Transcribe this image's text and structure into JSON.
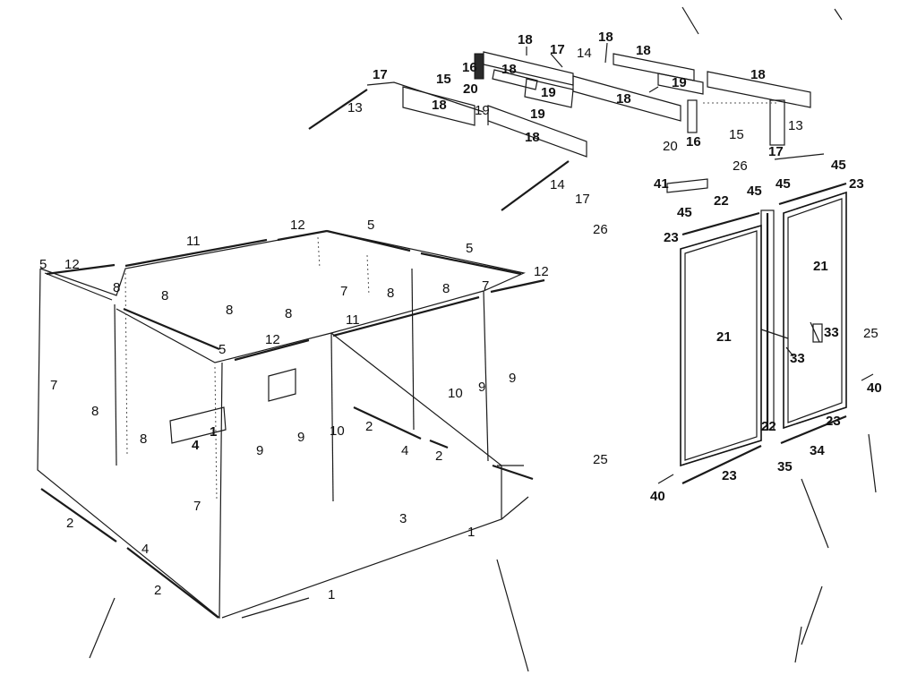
{
  "diagram": {
    "part_labels": [
      {
        "id": "p18a",
        "text": "18"
      },
      {
        "id": "p17a",
        "text": "17"
      },
      {
        "id": "p14a",
        "text": "14"
      },
      {
        "id": "p18b",
        "text": "18"
      },
      {
        "id": "p18c",
        "text": "18"
      },
      {
        "id": "p16a",
        "text": "16"
      },
      {
        "id": "p18d",
        "text": "18"
      },
      {
        "id": "p19a",
        "text": "19"
      },
      {
        "id": "p18e",
        "text": "18"
      },
      {
        "id": "p17b",
        "text": "17"
      },
      {
        "id": "p15a",
        "text": "15"
      },
      {
        "id": "p20a",
        "text": "20"
      },
      {
        "id": "p19b",
        "text": "19"
      },
      {
        "id": "p18f",
        "text": "18"
      },
      {
        "id": "p19c",
        "text": "19"
      },
      {
        "id": "p13a",
        "text": "13"
      },
      {
        "id": "p18g",
        "text": "18"
      },
      {
        "id": "p19d",
        "text": "19"
      },
      {
        "id": "p18h",
        "text": "18"
      },
      {
        "id": "p20b",
        "text": "20"
      },
      {
        "id": "p16b",
        "text": "16"
      },
      {
        "id": "p15b",
        "text": "15"
      },
      {
        "id": "p13b",
        "text": "13"
      },
      {
        "id": "p17c",
        "text": "17"
      },
      {
        "id": "p26a",
        "text": "26"
      },
      {
        "id": "p45a",
        "text": "45"
      },
      {
        "id": "p23a",
        "text": "23"
      },
      {
        "id": "p41",
        "text": "41"
      },
      {
        "id": "p45b",
        "text": "45"
      },
      {
        "id": "p45c",
        "text": "45"
      },
      {
        "id": "p14b",
        "text": "14"
      },
      {
        "id": "p17d",
        "text": "17"
      },
      {
        "id": "p22a",
        "text": "22"
      },
      {
        "id": "p45d",
        "text": "45"
      },
      {
        "id": "p23b",
        "text": "23"
      },
      {
        "id": "p26b",
        "text": "26"
      },
      {
        "id": "p21a",
        "text": "21"
      },
      {
        "id": "p21b",
        "text": "21"
      },
      {
        "id": "p33a",
        "text": "33"
      },
      {
        "id": "p33b",
        "text": "33"
      },
      {
        "id": "p25a",
        "text": "25"
      },
      {
        "id": "p40a",
        "text": "40"
      },
      {
        "id": "p22b",
        "text": "22"
      },
      {
        "id": "p23c",
        "text": "23"
      },
      {
        "id": "p34",
        "text": "34"
      },
      {
        "id": "p35",
        "text": "35"
      },
      {
        "id": "p23d",
        "text": "23"
      },
      {
        "id": "p40b",
        "text": "40"
      },
      {
        "id": "p25b",
        "text": "25"
      },
      {
        "id": "p12a",
        "text": "12"
      },
      {
        "id": "p5a",
        "text": "5"
      },
      {
        "id": "p11a",
        "text": "11"
      },
      {
        "id": "p5b",
        "text": "5"
      },
      {
        "id": "p5c",
        "text": "5"
      },
      {
        "id": "p12b",
        "text": "12"
      },
      {
        "id": "p12c",
        "text": "12"
      },
      {
        "id": "p8a",
        "text": "8"
      },
      {
        "id": "p8b",
        "text": "8"
      },
      {
        "id": "p8c",
        "text": "8"
      },
      {
        "id": "p8d",
        "text": "8"
      },
      {
        "id": "p7a",
        "text": "7"
      },
      {
        "id": "p8e",
        "text": "8"
      },
      {
        "id": "p8f",
        "text": "8"
      },
      {
        "id": "p7b",
        "text": "7"
      },
      {
        "id": "p11b",
        "text": "11"
      },
      {
        "id": "p5d",
        "text": "5"
      },
      {
        "id": "p12d",
        "text": "12"
      },
      {
        "id": "p7c",
        "text": "7"
      },
      {
        "id": "p8g",
        "text": "8"
      },
      {
        "id": "p1a",
        "text": "1"
      },
      {
        "id": "p4a",
        "text": "4"
      },
      {
        "id": "p8h",
        "text": "8"
      },
      {
        "id": "p9a",
        "text": "9"
      },
      {
        "id": "p9b",
        "text": "9"
      },
      {
        "id": "p10a",
        "text": "10"
      },
      {
        "id": "p10b",
        "text": "10"
      },
      {
        "id": "p9c",
        "text": "9"
      },
      {
        "id": "p9d",
        "text": "9"
      },
      {
        "id": "p2a",
        "text": "2"
      },
      {
        "id": "p4b",
        "text": "4"
      },
      {
        "id": "p2b",
        "text": "2"
      },
      {
        "id": "p7d",
        "text": "7"
      },
      {
        "id": "p2c",
        "text": "2"
      },
      {
        "id": "p4c",
        "text": "4"
      },
      {
        "id": "p3",
        "text": "3"
      },
      {
        "id": "p1b",
        "text": "1"
      },
      {
        "id": "p2d",
        "text": "2"
      },
      {
        "id": "p1c",
        "text": "1"
      }
    ]
  }
}
